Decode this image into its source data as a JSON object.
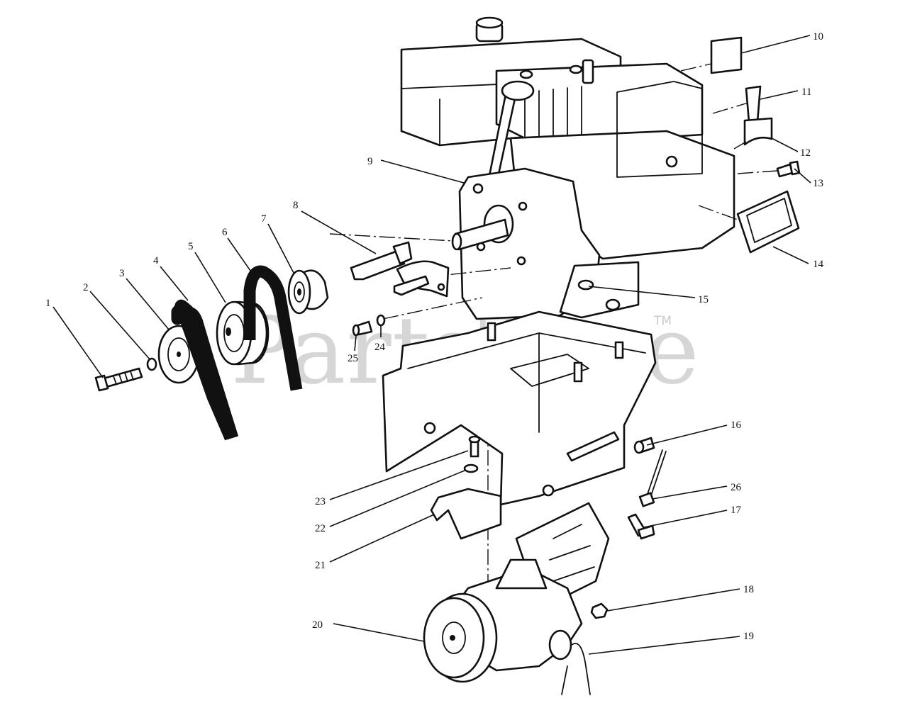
{
  "watermark": {
    "text": "PartsTree",
    "tm": "TM"
  },
  "callouts": [
    "1",
    "2",
    "3",
    "4",
    "5",
    "6",
    "7",
    "8",
    "9",
    "10",
    "11",
    "12",
    "13",
    "14",
    "15",
    "16",
    "17",
    "18",
    "19",
    "20",
    "21",
    "22",
    "23",
    "24",
    "25",
    "26"
  ]
}
